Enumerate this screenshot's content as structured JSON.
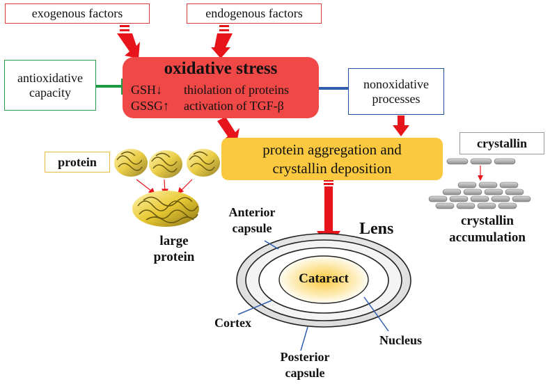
{
  "factors": {
    "exogenous": "exogenous factors",
    "endogenous": "endogenous factors"
  },
  "antioxidative": {
    "line1": "antioxidative",
    "line2": "capacity"
  },
  "oxidative_stress": {
    "title": "oxidative stress",
    "gsh": "GSH↓",
    "gssg": "GSSG↑",
    "thiolation": "thiolation of proteins",
    "tgf": "activation of TGF-β"
  },
  "nonoxidative": {
    "line1": "nonoxidative",
    "line2": "processes"
  },
  "aggregation": {
    "line1": "protein aggregation and",
    "line2": "crystallin deposition"
  },
  "protein": {
    "label": "protein",
    "large_line1": "large",
    "large_line2": "protein"
  },
  "crystallin": {
    "label": "crystallin",
    "accum_line1": "crystallin",
    "accum_line2": "accumulation"
  },
  "lens": {
    "title": "Lens",
    "anterior_line1": "Anterior",
    "anterior_line2": "capsule",
    "cataract": "Cataract",
    "cortex": "Cortex",
    "nucleus": "Nucleus",
    "posterior_line1": "Posterior",
    "posterior_line2": "capsule"
  },
  "colors": {
    "stress_fill": "#f04747",
    "aggregation_fill": "#fbc93f",
    "arrow_red": "#e8141c",
    "inhibit_green": "#1e9a45",
    "connector_blue": "#2e5fb0"
  }
}
